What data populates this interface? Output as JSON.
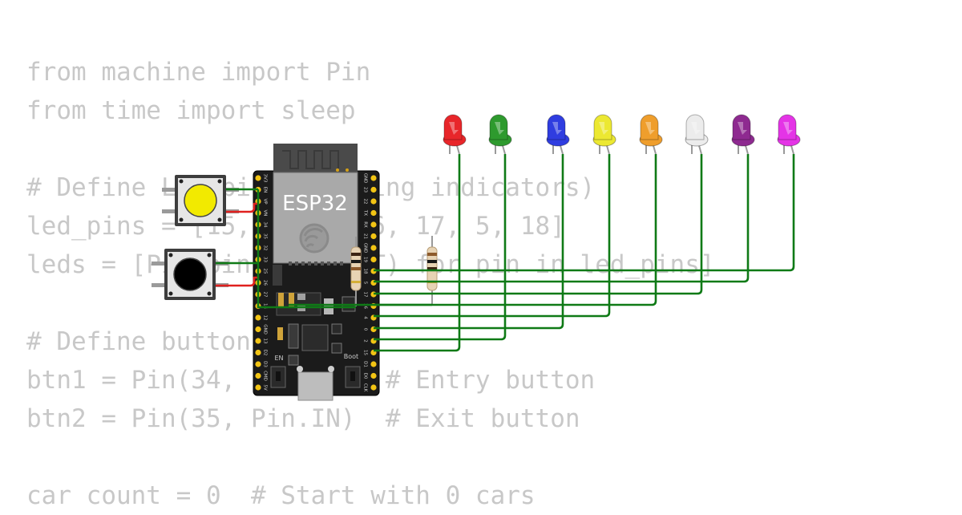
{
  "code_lines": [
    "from machine import Pin",
    "from time import sleep",
    "",
    "# Define LED pins (parking indicators)",
    "led_pins = [15, 2, 4, 16, 17, 5, 18]",
    "leds = [Pin(pin, Pin.OUT) for pin in led_pins]",
    "",
    "# Define buttons",
    "btn1 = Pin(34, Pin.IN)  # Entry button",
    "btn2 = Pin(35, Pin.IN)  # Exit button",
    "",
    "car count = 0  # Start with 0 cars"
  ],
  "board": {
    "module_label": "ESP32",
    "en_label": "EN",
    "boot_label": "Boot",
    "left_pins": [
      "3V3",
      "EN",
      "VP",
      "VN",
      "34",
      "35",
      "32",
      "33",
      "25",
      "26",
      "27",
      "14",
      "12",
      "GND",
      "13",
      "D2",
      "D3",
      "CMD",
      "5V"
    ],
    "right_pins": [
      "GND",
      "23",
      "22",
      "TX",
      "RX",
      "21",
      "GND",
      "19",
      "18",
      "5",
      "17",
      "16",
      "4",
      "0",
      "2",
      "15",
      "D1",
      "D0",
      "CLK"
    ]
  },
  "buttons": [
    {
      "color": "#f2ea00",
      "name": "yellow"
    },
    {
      "color": "#000000",
      "name": "black"
    }
  ],
  "leds": [
    {
      "color": "#e8262a"
    },
    {
      "color": "#2e9a2e"
    },
    {
      "color": "#2f3de0"
    },
    {
      "color": "#ece832"
    },
    {
      "color": "#ef9e2c"
    },
    {
      "color": "#ececec"
    },
    {
      "color": "#8e2a90"
    },
    {
      "color": "#e434e6"
    }
  ],
  "colors": {
    "wire_green": "#0f7a16",
    "wire_red": "#e0201e",
    "board": "#1b1b1b",
    "pin_gold": "#f2c414"
  }
}
